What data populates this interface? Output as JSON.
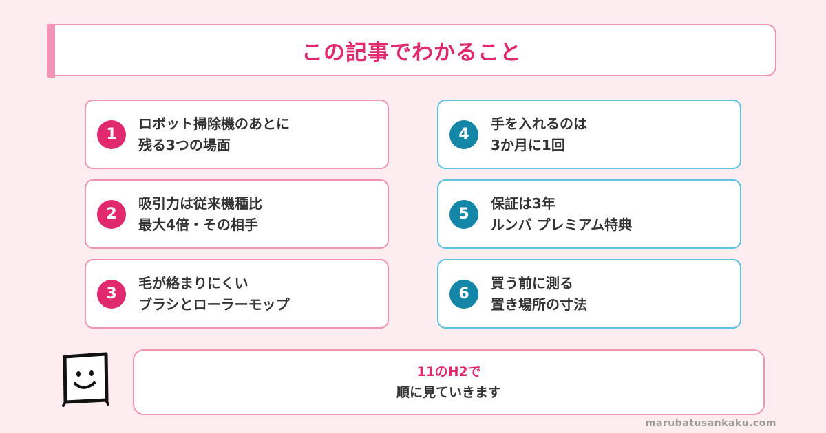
{
  "header": {
    "title": "この記事でわかること"
  },
  "cards": [
    {
      "number": "1",
      "line1": "ロボット掃除機のあとに",
      "line2": "残る3つの場面"
    },
    {
      "number": "2",
      "line1": "吸引力は従来機種比",
      "line2": "最大4倍・その相手"
    },
    {
      "number": "3",
      "line1": "毛が絡まりにくい",
      "line2": "ブラシとローラーモップ"
    },
    {
      "number": "4",
      "line1": "手を入れるのは",
      "line2": "3か月に1回"
    },
    {
      "number": "5",
      "line1": "保証は3年",
      "line2": "ルンバ プレミアム特典"
    },
    {
      "number": "6",
      "line1": "買う前に測る",
      "line2": "置き場所の寸法"
    }
  ],
  "bubble": {
    "line1": "11のH2で",
    "line2": "順に見ていきます"
  },
  "footer": {
    "site": "marubatusankaku.com"
  },
  "colors": {
    "background": "#fdedf1",
    "pink_accent": "#e0296e",
    "pink_border": "#f094b4",
    "blue_border": "#5ec3df",
    "teal_circle": "#1486a8"
  }
}
